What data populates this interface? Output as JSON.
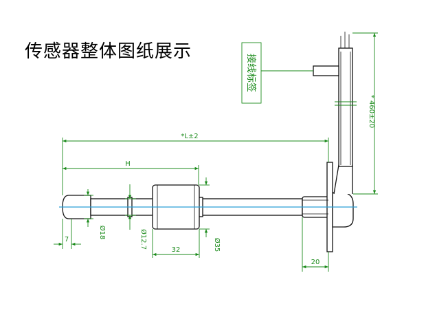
{
  "title": "传感器整体图纸展示",
  "wire_label": "接线标签",
  "dimensions": {
    "total_length": "*L±2",
    "float_position": "H",
    "cable_length": "* 460±20",
    "tip_length": "7",
    "rod_diameter": "Ø18",
    "tube_diameter": "Ø12.7",
    "float_length": "32",
    "float_diameter": "Ø35",
    "flange_offset": "20"
  },
  "colors": {
    "outline": "#111111",
    "dimension": "#1a8a1a",
    "centerline": "#2a9fd6"
  }
}
